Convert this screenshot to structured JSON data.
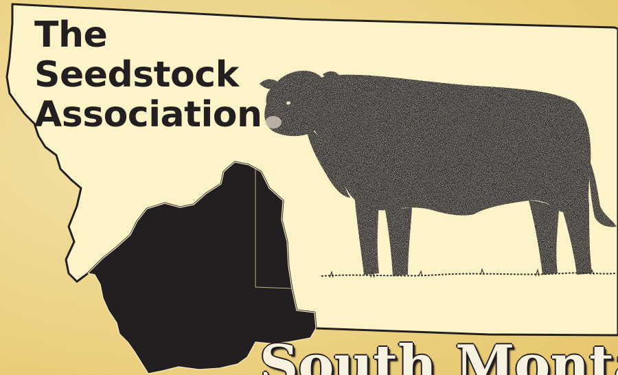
{
  "title_lines": [
    "The",
    "Seedstock",
    "Association"
  ],
  "banner_text": "South Monta",
  "icons": {
    "state_outline": "montana-map-icon",
    "region": "southwest-region-icon",
    "animal": "angus-bull-icon"
  },
  "colors": {
    "background": "#f3dc8e",
    "ink": "#231f20",
    "state_fill": "#fdf3c8",
    "banner_text": "#f7f1df"
  }
}
